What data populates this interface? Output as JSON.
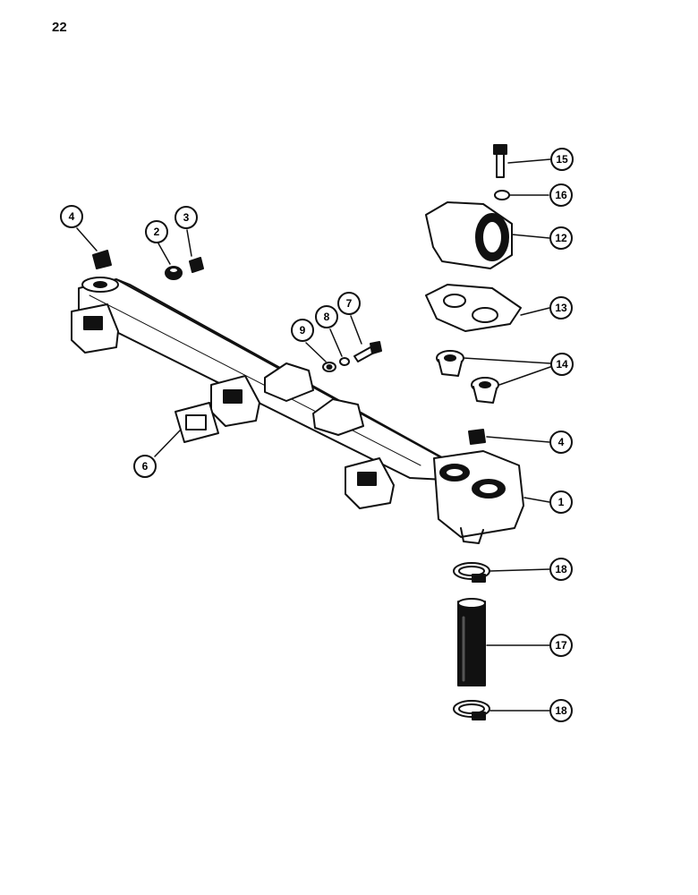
{
  "page": {
    "number": "22"
  },
  "callouts": [
    {
      "id": "c4a",
      "label": "4"
    },
    {
      "id": "c2",
      "label": "2"
    },
    {
      "id": "c3",
      "label": "3"
    },
    {
      "id": "c9",
      "label": "9"
    },
    {
      "id": "c8",
      "label": "8"
    },
    {
      "id": "c7",
      "label": "7"
    },
    {
      "id": "c6",
      "label": "6"
    },
    {
      "id": "c15",
      "label": "15"
    },
    {
      "id": "c16",
      "label": "16"
    },
    {
      "id": "c12",
      "label": "12"
    },
    {
      "id": "c13",
      "label": "13"
    },
    {
      "id": "c14",
      "label": "14"
    },
    {
      "id": "c4b",
      "label": "4"
    },
    {
      "id": "c1",
      "label": "1"
    },
    {
      "id": "c18a",
      "label": "18"
    },
    {
      "id": "c17",
      "label": "17"
    },
    {
      "id": "c18b",
      "label": "18"
    }
  ]
}
